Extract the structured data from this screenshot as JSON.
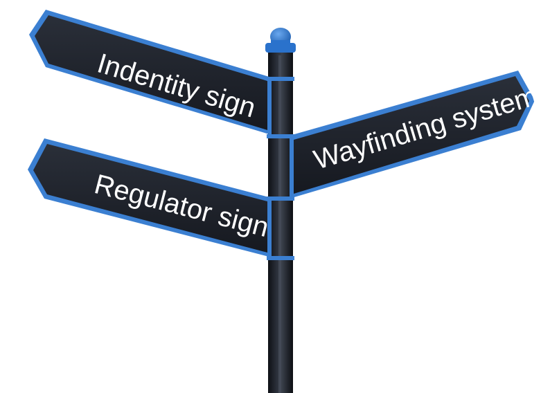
{
  "signpost": {
    "signs": [
      {
        "label": "Indentity sign"
      },
      {
        "label": "Wayfinding system"
      },
      {
        "label": "Regulator sign"
      }
    ]
  },
  "colors": {
    "sign_face": "#1f232b",
    "sign_border": "#3b7fd1",
    "pole": "#1c1f26",
    "pole_cap": "#2a72cc",
    "background": "#ffffff"
  }
}
